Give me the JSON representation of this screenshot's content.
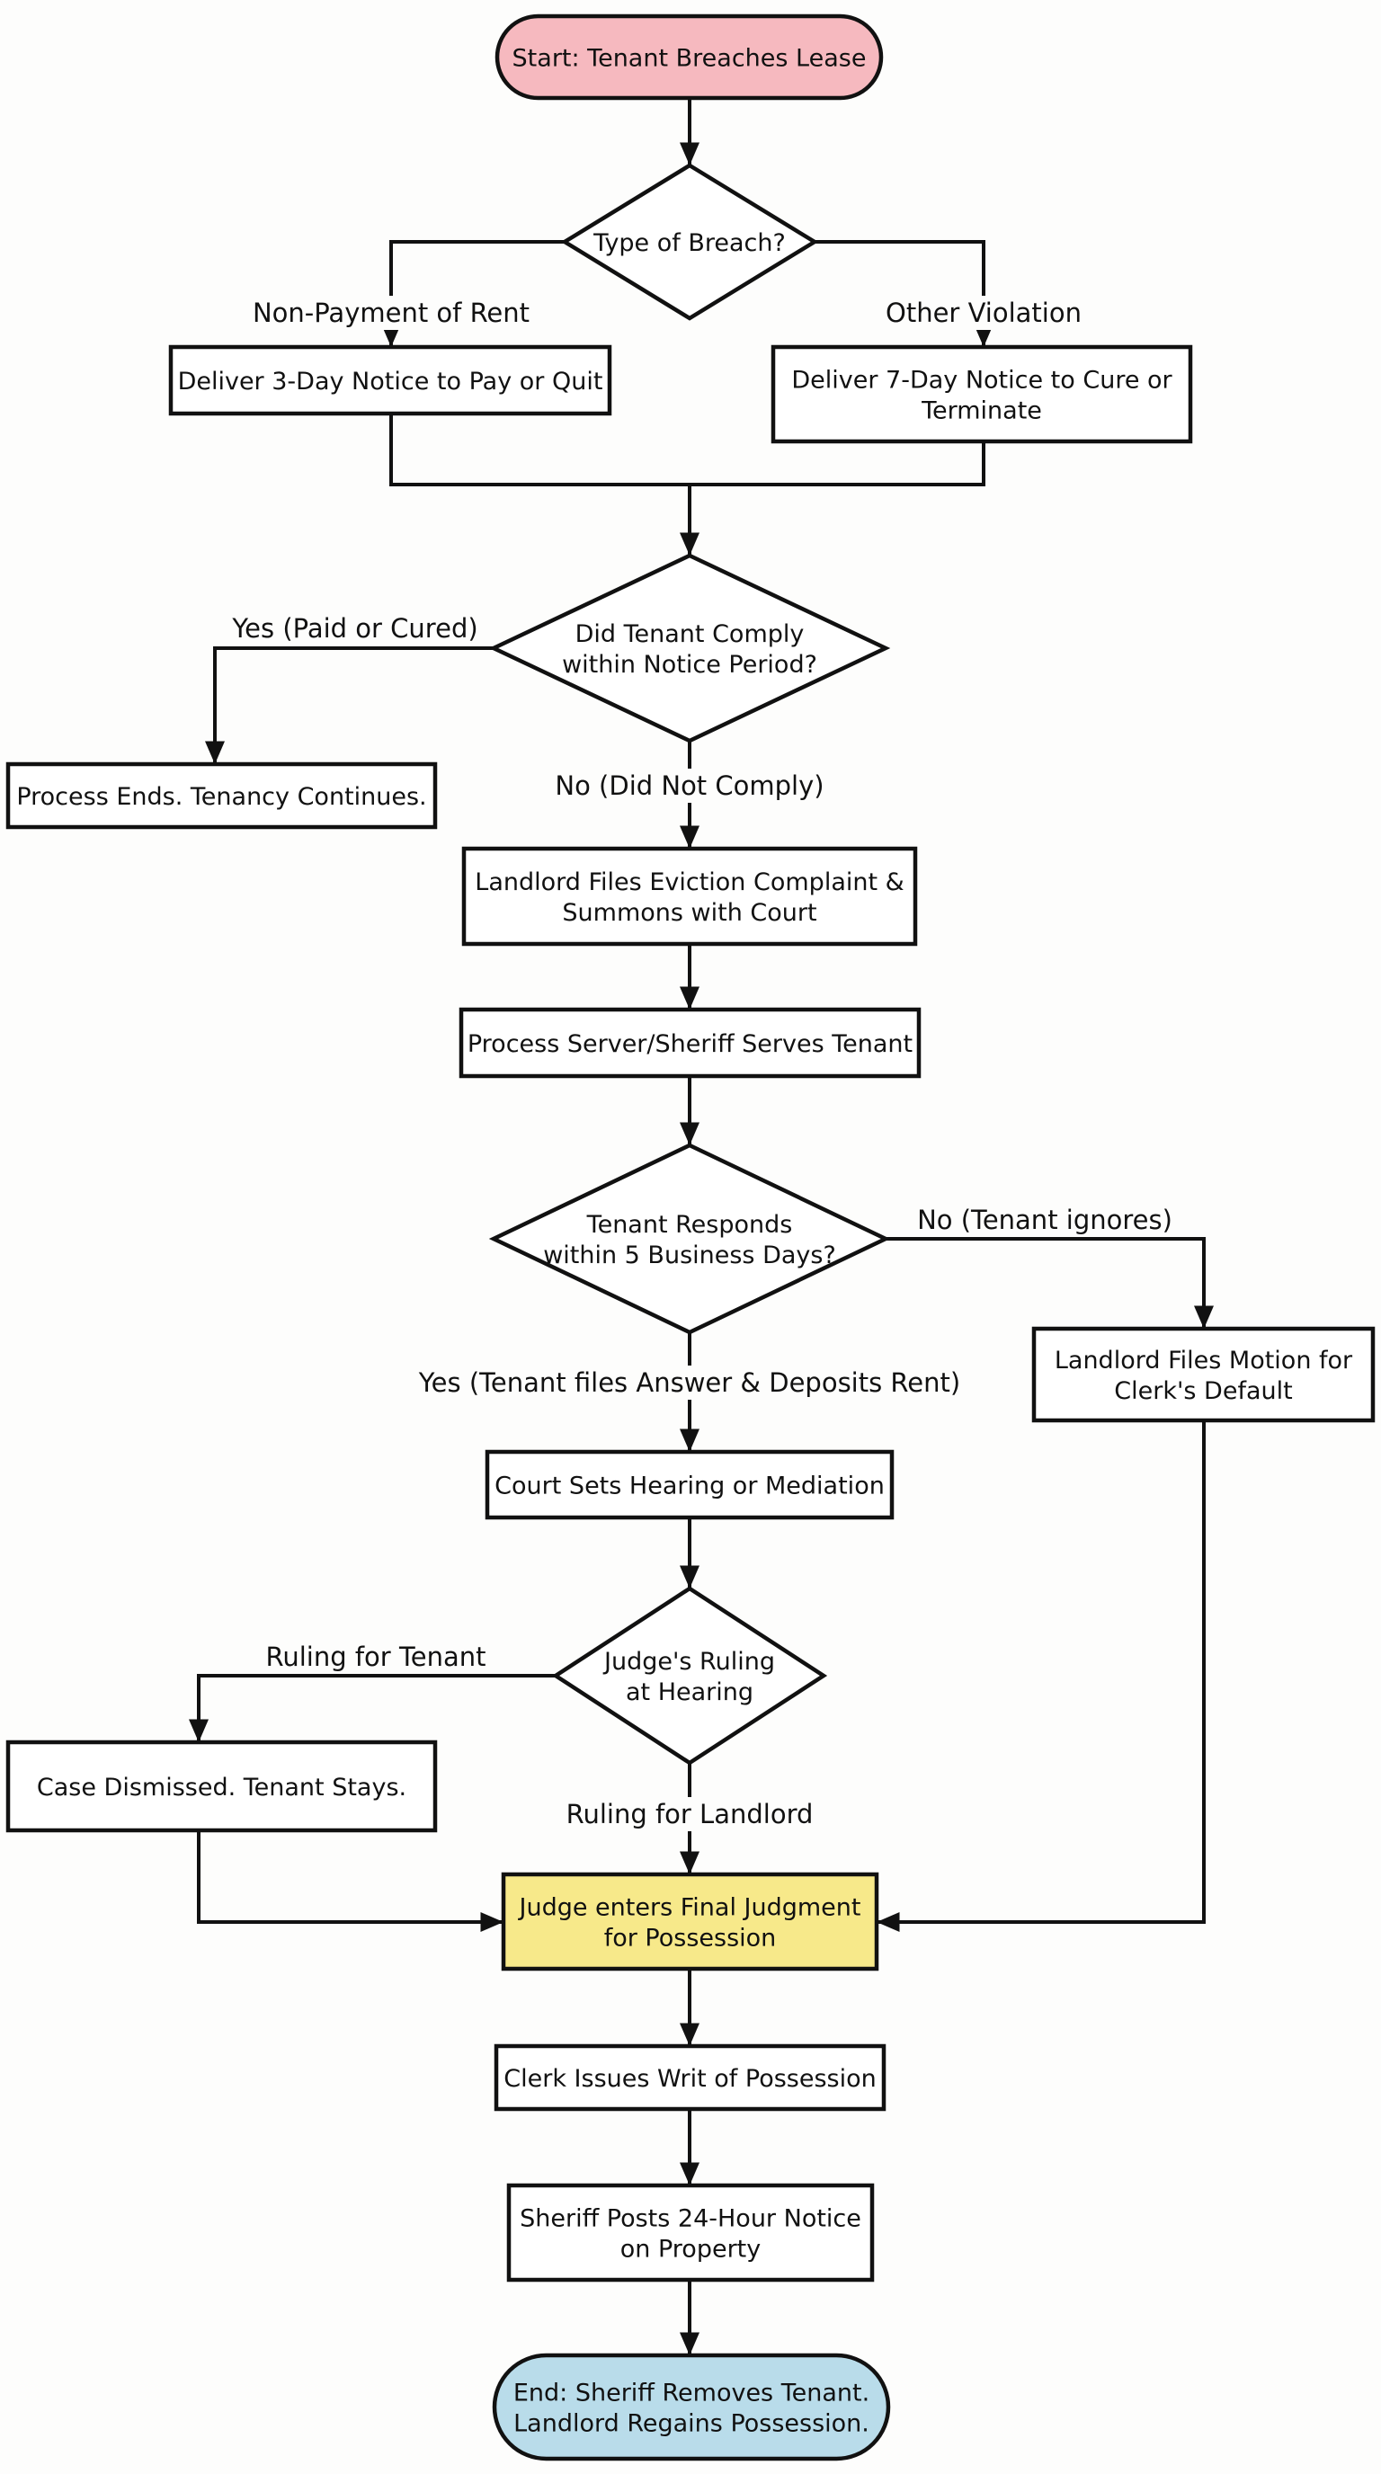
{
  "title": "Tenant Eviction Process Flowchart",
  "colors": {
    "start_fill": "#f6b9bf",
    "end_fill": "#b9dcea",
    "highlight_fill": "#f7e98a",
    "default_fill": "#ffffff",
    "stroke": "#111111"
  },
  "nodes": {
    "start": {
      "type": "terminal",
      "lines": [
        "Start: Tenant Breaches Lease"
      ]
    },
    "breach_type": {
      "type": "decision",
      "lines": [
        "Type of Breach?"
      ]
    },
    "notice_3day": {
      "type": "process",
      "lines": [
        "Deliver 3-Day Notice to Pay or Quit"
      ]
    },
    "notice_7day": {
      "type": "process",
      "lines": [
        "Deliver 7-Day Notice to Cure or",
        "Terminate"
      ]
    },
    "comply": {
      "type": "decision",
      "lines": [
        "Did Tenant Comply",
        "within Notice Period?"
      ]
    },
    "process_ends": {
      "type": "process",
      "lines": [
        "Process Ends. Tenancy Continues."
      ]
    },
    "files_complaint": {
      "type": "process",
      "lines": [
        "Landlord Files Eviction Complaint &",
        "Summons with Court"
      ]
    },
    "serves_tenant": {
      "type": "process",
      "lines": [
        "Process Server/Sheriff Serves Tenant"
      ]
    },
    "responds": {
      "type": "decision",
      "lines": [
        "Tenant Responds",
        "within 5 Business Days?"
      ]
    },
    "motion_default": {
      "type": "process",
      "lines": [
        "Landlord Files Motion for",
        "Clerk's Default"
      ]
    },
    "sets_hearing": {
      "type": "process",
      "lines": [
        "Court Sets Hearing or Mediation"
      ]
    },
    "ruling": {
      "type": "decision",
      "lines": [
        "Judge's Ruling",
        "at Hearing"
      ]
    },
    "dismissed": {
      "type": "process",
      "lines": [
        "Case Dismissed. Tenant Stays."
      ]
    },
    "final_judgment": {
      "type": "process",
      "highlight": true,
      "lines": [
        "Judge enters Final Judgment",
        "for Possession"
      ]
    },
    "writ": {
      "type": "process",
      "lines": [
        "Clerk Issues Writ of Possession"
      ]
    },
    "notice_24h": {
      "type": "process",
      "lines": [
        "Sheriff Posts 24-Hour Notice",
        "on Property"
      ]
    },
    "end": {
      "type": "terminal",
      "lines": [
        "End: Sheriff Removes Tenant.",
        "Landlord Regains Possession."
      ]
    }
  },
  "edges": [
    {
      "from": "start",
      "to": "breach_type",
      "label": ""
    },
    {
      "from": "breach_type",
      "to": "notice_3day",
      "label": "Non-Payment of Rent"
    },
    {
      "from": "breach_type",
      "to": "notice_7day",
      "label": "Other Violation"
    },
    {
      "from": "notice_3day",
      "to": "comply",
      "label": ""
    },
    {
      "from": "notice_7day",
      "to": "comply",
      "label": ""
    },
    {
      "from": "comply",
      "to": "process_ends",
      "label": "Yes (Paid or Cured)"
    },
    {
      "from": "comply",
      "to": "files_complaint",
      "label": "No (Did Not Comply)"
    },
    {
      "from": "files_complaint",
      "to": "serves_tenant",
      "label": ""
    },
    {
      "from": "serves_tenant",
      "to": "responds",
      "label": ""
    },
    {
      "from": "responds",
      "to": "motion_default",
      "label": "No (Tenant ignores)"
    },
    {
      "from": "responds",
      "to": "sets_hearing",
      "label": "Yes (Tenant files Answer & Deposits Rent)"
    },
    {
      "from": "sets_hearing",
      "to": "ruling",
      "label": ""
    },
    {
      "from": "ruling",
      "to": "dismissed",
      "label": "Ruling for Tenant"
    },
    {
      "from": "ruling",
      "to": "final_judgment",
      "label": "Ruling for Landlord"
    },
    {
      "from": "dismissed",
      "to": "final_judgment",
      "label": ""
    },
    {
      "from": "motion_default",
      "to": "final_judgment",
      "label": ""
    },
    {
      "from": "final_judgment",
      "to": "writ",
      "label": ""
    },
    {
      "from": "writ",
      "to": "notice_24h",
      "label": ""
    },
    {
      "from": "notice_24h",
      "to": "end",
      "label": ""
    }
  ]
}
